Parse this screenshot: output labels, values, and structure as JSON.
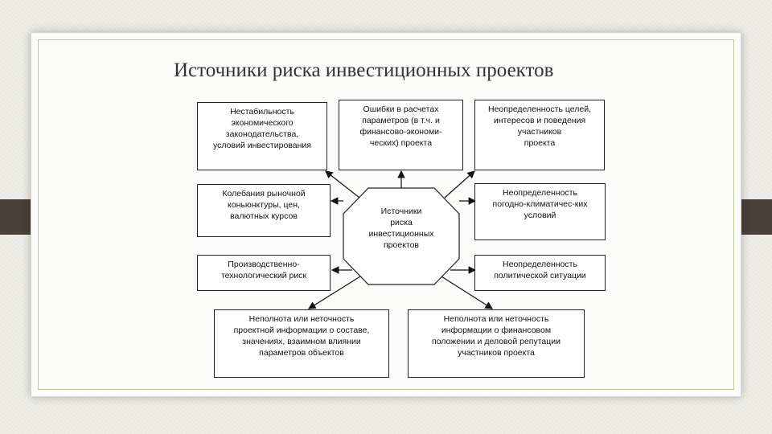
{
  "title": "Источники риска инвестиционных проектов",
  "center": "Источники\nриска\nинвестиционных\nпроектов",
  "boxes": {
    "legislation": "Нестабильность\nэкономического\nзаконодательства,\nусловий инвестирования",
    "calc_errors": "Ошибки в расчетах\nпараметров (в т.ч. и\nфинансово-экономи-\nческих) проекта",
    "goals_uncertainty": "Неопределенность целей,\nинтересов и поведения\nучастников\nпроекта",
    "market": "Колебания рыночной\nконьюнктуры, цен,\nвалютных курсов",
    "climate": "Неопределенность\nпогодно-климатичес-ких\nусловий",
    "production": "Производственно-\nтехнологический риск",
    "political": "Неопределенность\nполитической ситуации",
    "project_info": "Неполнота или неточность\nпроектной информации о составе,\nзначениях, взаимном влиянии\nпараметров объектов",
    "participant_info": "Неполнота или неточность\nинформации о финансовом\nположении и деловой репутации\nучастников  проекта"
  }
}
